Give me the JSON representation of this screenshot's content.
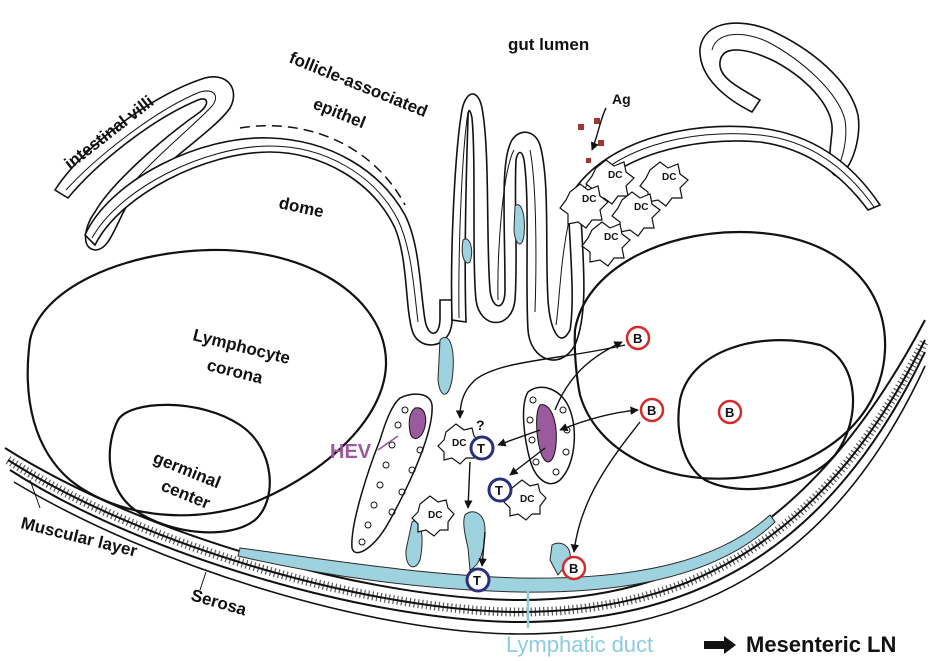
{
  "labels": {
    "gut_lumen": "gut lumen",
    "intestinal_villi": "intestinal villi",
    "fae_line1": "follicle-associated",
    "fae_line2": "epithel",
    "dome": "dome",
    "ag": "Ag",
    "lymphocyte_line1": "Lymphocyte",
    "lymphocyte_line2": "corona",
    "germinal_line1": "germinal",
    "germinal_line2": "center",
    "hev": "HEV",
    "question": "?",
    "muscular_layer": "Muscular layer",
    "serosa": "Serosa",
    "lymphatic_duct": "Lymphatic duct",
    "mesenteric_ln": "Mesenteric LN"
  },
  "cells": {
    "dc": "DC",
    "t": "T",
    "b": "B"
  },
  "colors": {
    "lymph": "#9fd2df",
    "lymph_text": "#8ccbe0",
    "hev": "#9b5a9e",
    "t_cell": "#2c2f7a",
    "b_cell": "#d42a2a",
    "antigen": "#a0362f"
  }
}
